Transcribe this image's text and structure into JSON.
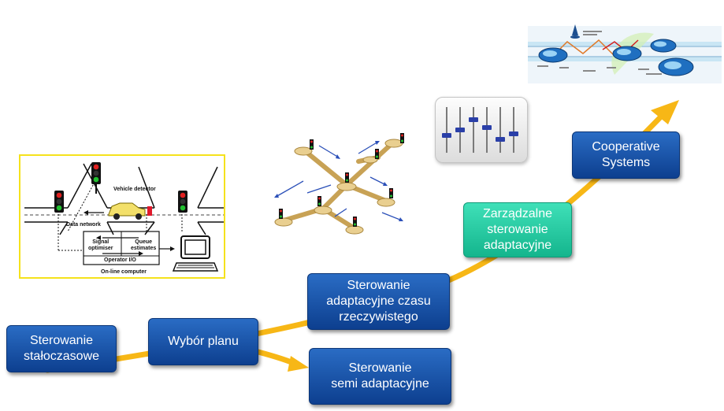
{
  "stages": {
    "fixed_time": "Sterowanie\nstałoczasowe",
    "plan_selection": "Wybór planu",
    "semi_adaptive": "Sterowanie\nsemi adaptacyjne",
    "realtime_adaptive": "Sterowanie\nadaptacyjne czasu\nrzeczywistego",
    "managed_adaptive": "Zarządzalne\nsterowanie\nadaptacyjne",
    "cooperative": "Cooperative\nSystems"
  },
  "detector_figure": {
    "vehicle_detector": "Vehicle detector",
    "data_network": "Data network",
    "signal_optimiser": "Signal\noptimiser",
    "queue_estimates": "Queue\nestimates",
    "operator_io": "Operator I/O",
    "online_computer": "On-line computer"
  },
  "colors": {
    "arrow": "#f7b716",
    "box_blue": "#0d3f8f",
    "box_green": "#14b58d",
    "frame_yellow": "#f5e21c"
  },
  "icons": [
    "traffic-light-icon",
    "car-icon",
    "computer-icon",
    "sliders-icon",
    "network-icon",
    "cooperative-systems-icon"
  ]
}
